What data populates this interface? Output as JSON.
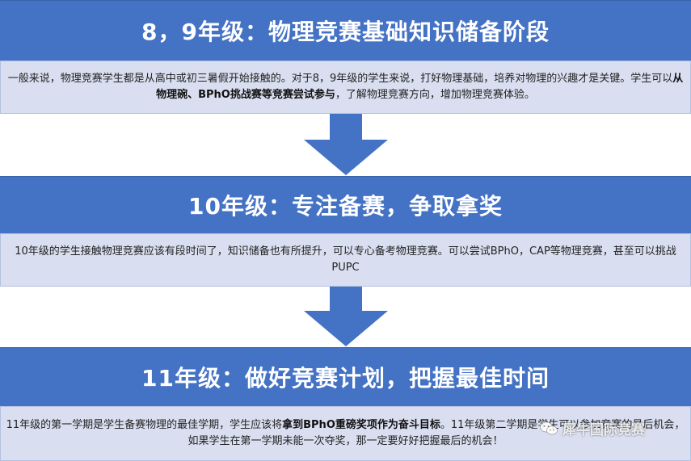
{
  "colors": {
    "header_bg": "#4472c4",
    "body_bg": "#d9dff0",
    "arrow": "#4472c4"
  },
  "stages": [
    {
      "title": "8，9年级：物理竞赛基础知识储备阶段",
      "text_before": "一般来说，物理竞赛学生都是从高中或初三暑假开始接触的。对于8，9年级的学生来说，打好物理基础，培养对物理的兴趣才是关键。学生可以",
      "text_bold": "从物理碗、BPhO挑战赛等竞赛尝试参与",
      "text_after": "，了解物理竞赛方向，增加物理竞赛体验。"
    },
    {
      "title": "10年级：专注备赛，争取拿奖",
      "text_before": "10年级的学生接触物理竞赛应该有段时间了，知识储备也有所提升，可以专心备考物理竞赛。可以尝试BPhO，CAP等物理竞赛，甚至可以挑战PUPC",
      "text_bold": "",
      "text_after": ""
    },
    {
      "title": "11年级：做好竞赛计划，把握最佳时间",
      "text_before": "11年级的第一学期是学生备赛物理的最佳学期，学生应该将",
      "text_bold": "拿到BPhO重磅奖项作为奋斗目标",
      "text_after": "。11年级第二学期是学生可以参加竞赛的最后机会，如果学生在第一学期未能一次夺奖，那一定要好好把握最后的机会！"
    }
  ],
  "watermark": {
    "icon": "wechat-icon",
    "text": "犀牛国际竞赛"
  }
}
